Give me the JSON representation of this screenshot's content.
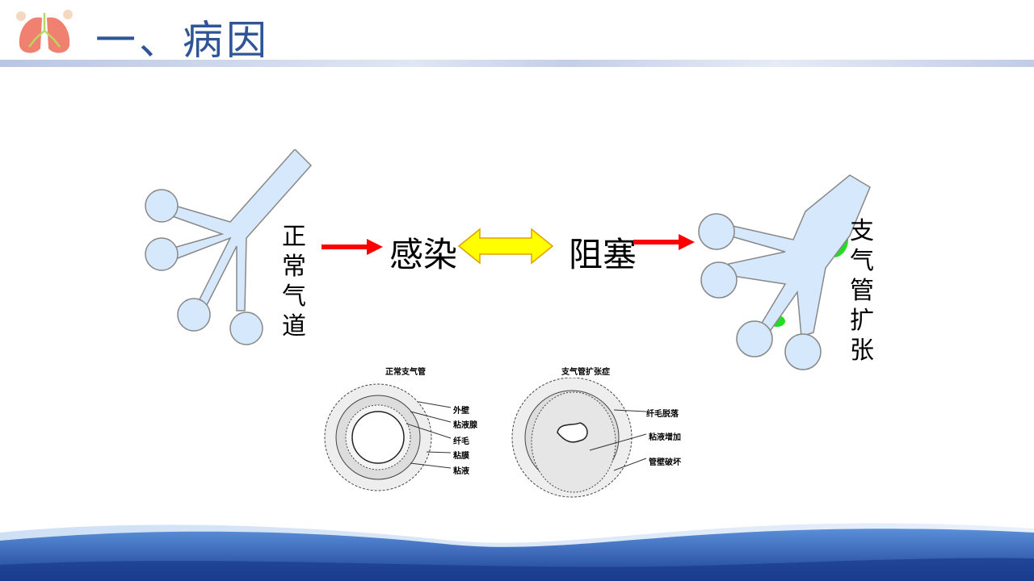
{
  "header": {
    "title": "一、病因"
  },
  "diagram": {
    "normal_label": "正常气道",
    "infection": "感染",
    "obstruction": "阻塞",
    "dilated_label": "支气管扩张"
  },
  "cross_section": {
    "normal": {
      "title": "正常支气管",
      "labels": [
        "外壁",
        "粘液腺",
        "纤毛",
        "粘膜",
        "粘液"
      ]
    },
    "disease": {
      "title": "支气管扩张症",
      "labels": [
        "纤毛脱落",
        "粘液增加",
        "管壁破坏"
      ]
    }
  },
  "colors": {
    "title": "#2f5597",
    "airway": "#d6e8fb",
    "arrow": "#ff0000",
    "double_arrow": "#ffff00",
    "green": "#22dd22"
  }
}
